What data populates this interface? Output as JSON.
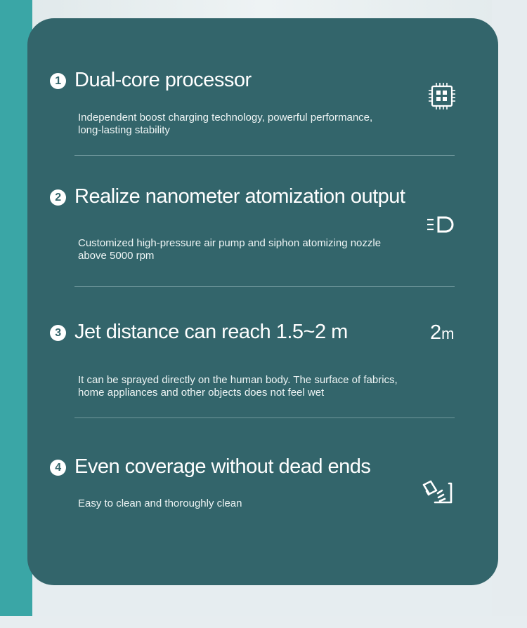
{
  "features": [
    {
      "number": "1",
      "title": "Dual-core processor",
      "description": "Independent boost charging technology, powerful performance,\nlong-lasting stability",
      "icon": "chip-icon"
    },
    {
      "number": "2",
      "title": "Realize nanometer atomization output",
      "description": "Customized high-pressure air pump and siphon atomizing nozzle\nabove 5000 rpm",
      "icon": "nozzle-spray-icon"
    },
    {
      "number": "3",
      "title": "Jet distance can reach 1.5~2 m",
      "description": "It can be sprayed directly on the human body. The surface of fabrics,\n home appliances and other objects does not feel wet",
      "icon": "distance-icon",
      "icon_value": "2",
      "icon_unit": "m"
    },
    {
      "number": "4",
      "title": "Even coverage without dead ends",
      "description": "Easy to clean and thoroughly clean",
      "icon": "coverage-lamp-icon"
    }
  ],
  "colors": {
    "card": "#33656b",
    "accent_strip": "#3aa6a6",
    "background": "#e6edf0",
    "text": "#ffffff"
  }
}
